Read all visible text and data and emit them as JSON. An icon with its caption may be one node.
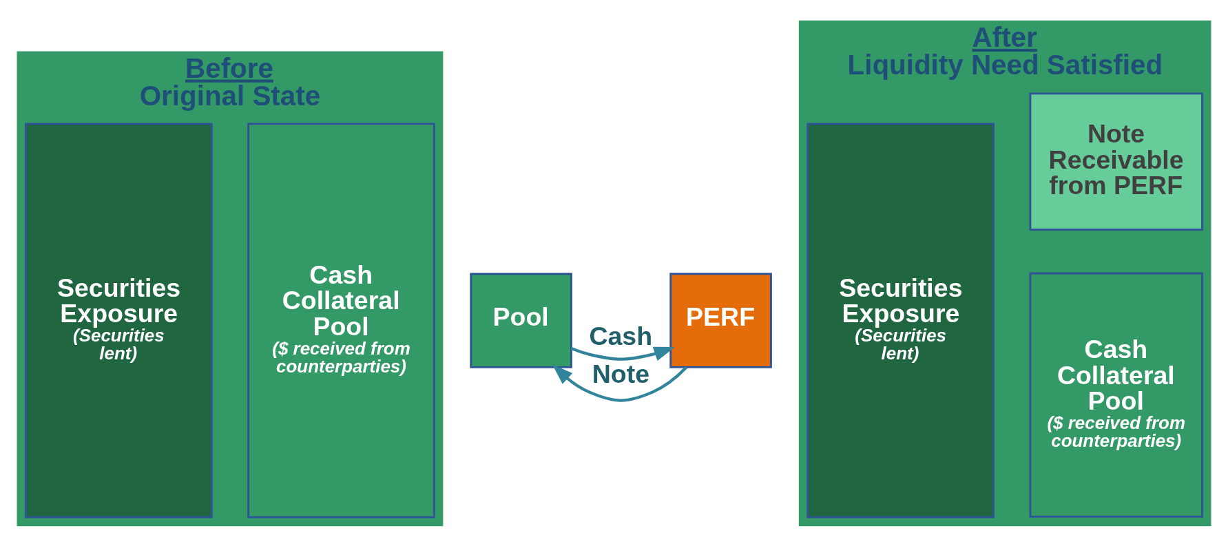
{
  "diagram": {
    "nodes": [
      {
        "text": [
          "Before",
          "Original State"
        ]
      },
      {
        "text": [
          "Securities Exposure",
          "(Securities lent)"
        ],
        "in": 0
      },
      {
        "text": [
          "Cash Collateral Pool",
          "($ received from counterparties)"
        ],
        "in": 0
      },
      {
        "text": [
          "Pool"
        ]
      },
      {
        "text": [
          "PERF"
        ]
      },
      {
        "text": [
          "After",
          "Liquidity Need Satisfied"
        ]
      },
      {
        "text": [
          "Securities Exposure",
          "(Securities lent)"
        ],
        "in": 5
      },
      {
        "text": [
          "Cash Collateral Pool",
          "($ received from counterparties)"
        ],
        "in": 5
      },
      {
        "text": [
          "Note Receivable from PERF"
        ],
        "in": 5
      }
    ],
    "edges": [
      {
        "from": 3,
        "to": 4,
        "label": "Cash",
        "arrow": "to"
      },
      {
        "from": 4,
        "to": 3,
        "label": "Note",
        "arrow": "to"
      }
    ]
  }
}
